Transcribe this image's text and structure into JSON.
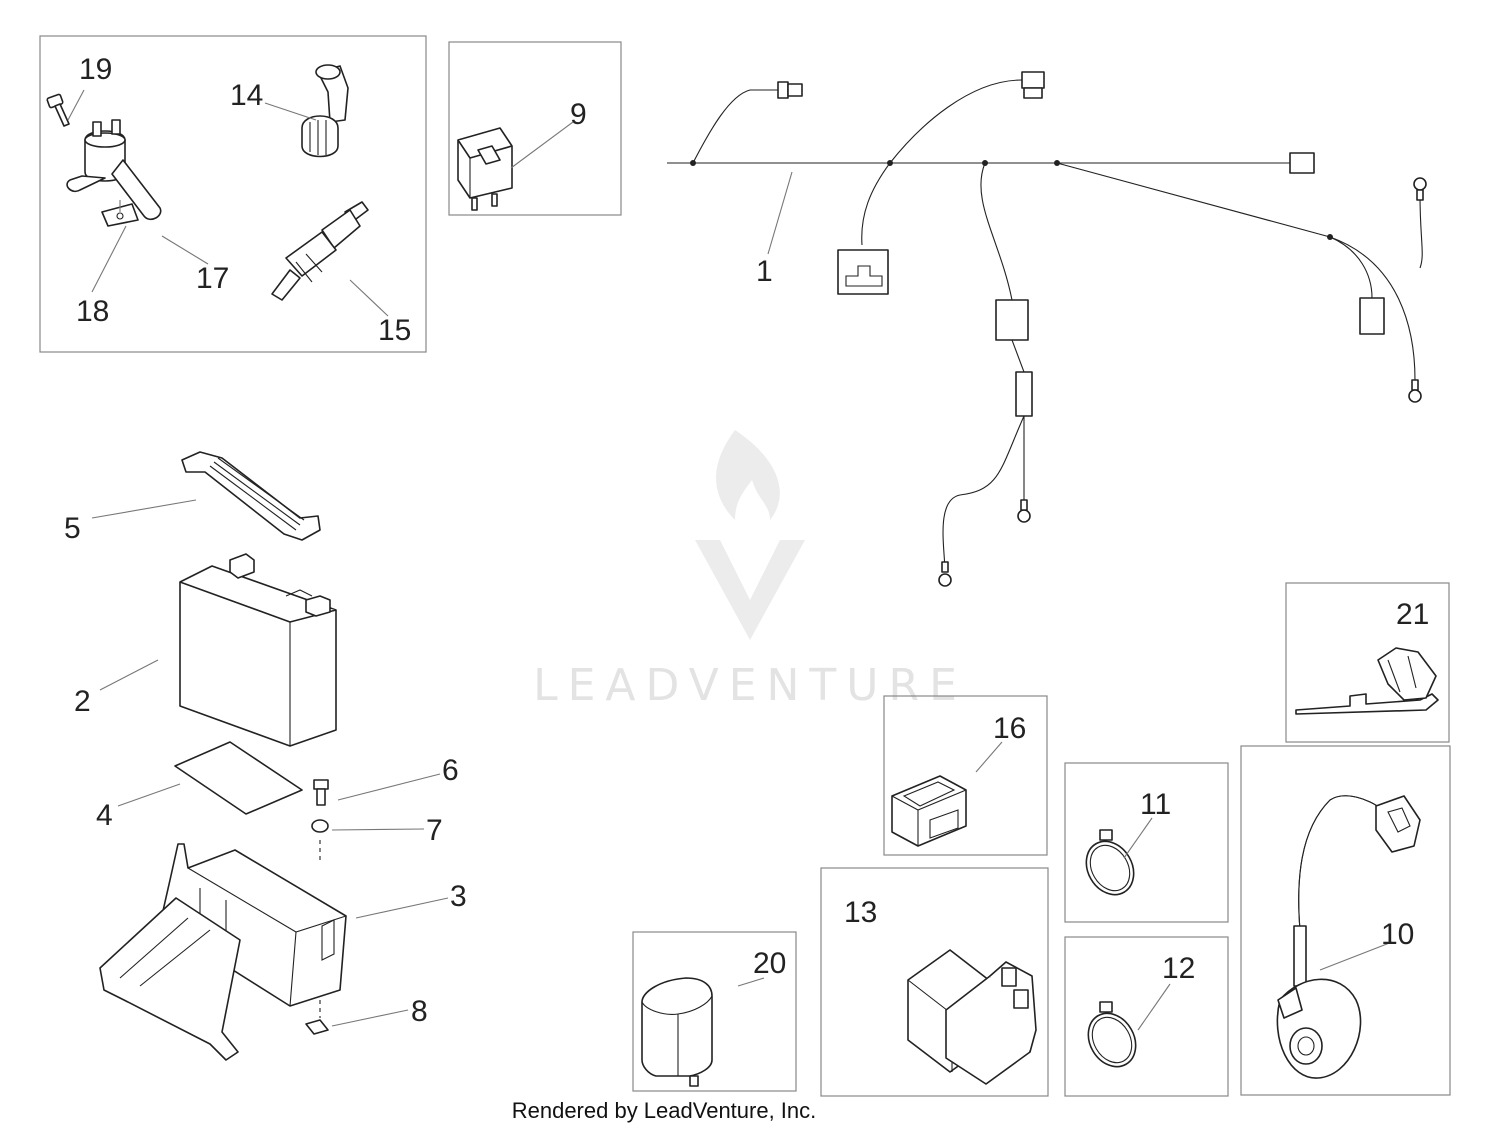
{
  "callouts": {
    "c1": "1",
    "c2": "2",
    "c3": "3",
    "c4": "4",
    "c5": "5",
    "c6": "6",
    "c7": "7",
    "c8": "8",
    "c9": "9",
    "c10": "10",
    "c11": "11",
    "c12": "12",
    "c13": "13",
    "c14": "14",
    "c15": "15",
    "c16": "16",
    "c17": "17",
    "c18": "18",
    "c19": "19",
    "c20": "20",
    "c21": "21"
  },
  "watermark": "LEADVENTURE",
  "footer": "Rendered by LeadVenture, Inc.",
  "colors": {
    "line": "#222222",
    "leader": "#777777",
    "box": "#888888",
    "watermark": "#e3e3e3"
  }
}
